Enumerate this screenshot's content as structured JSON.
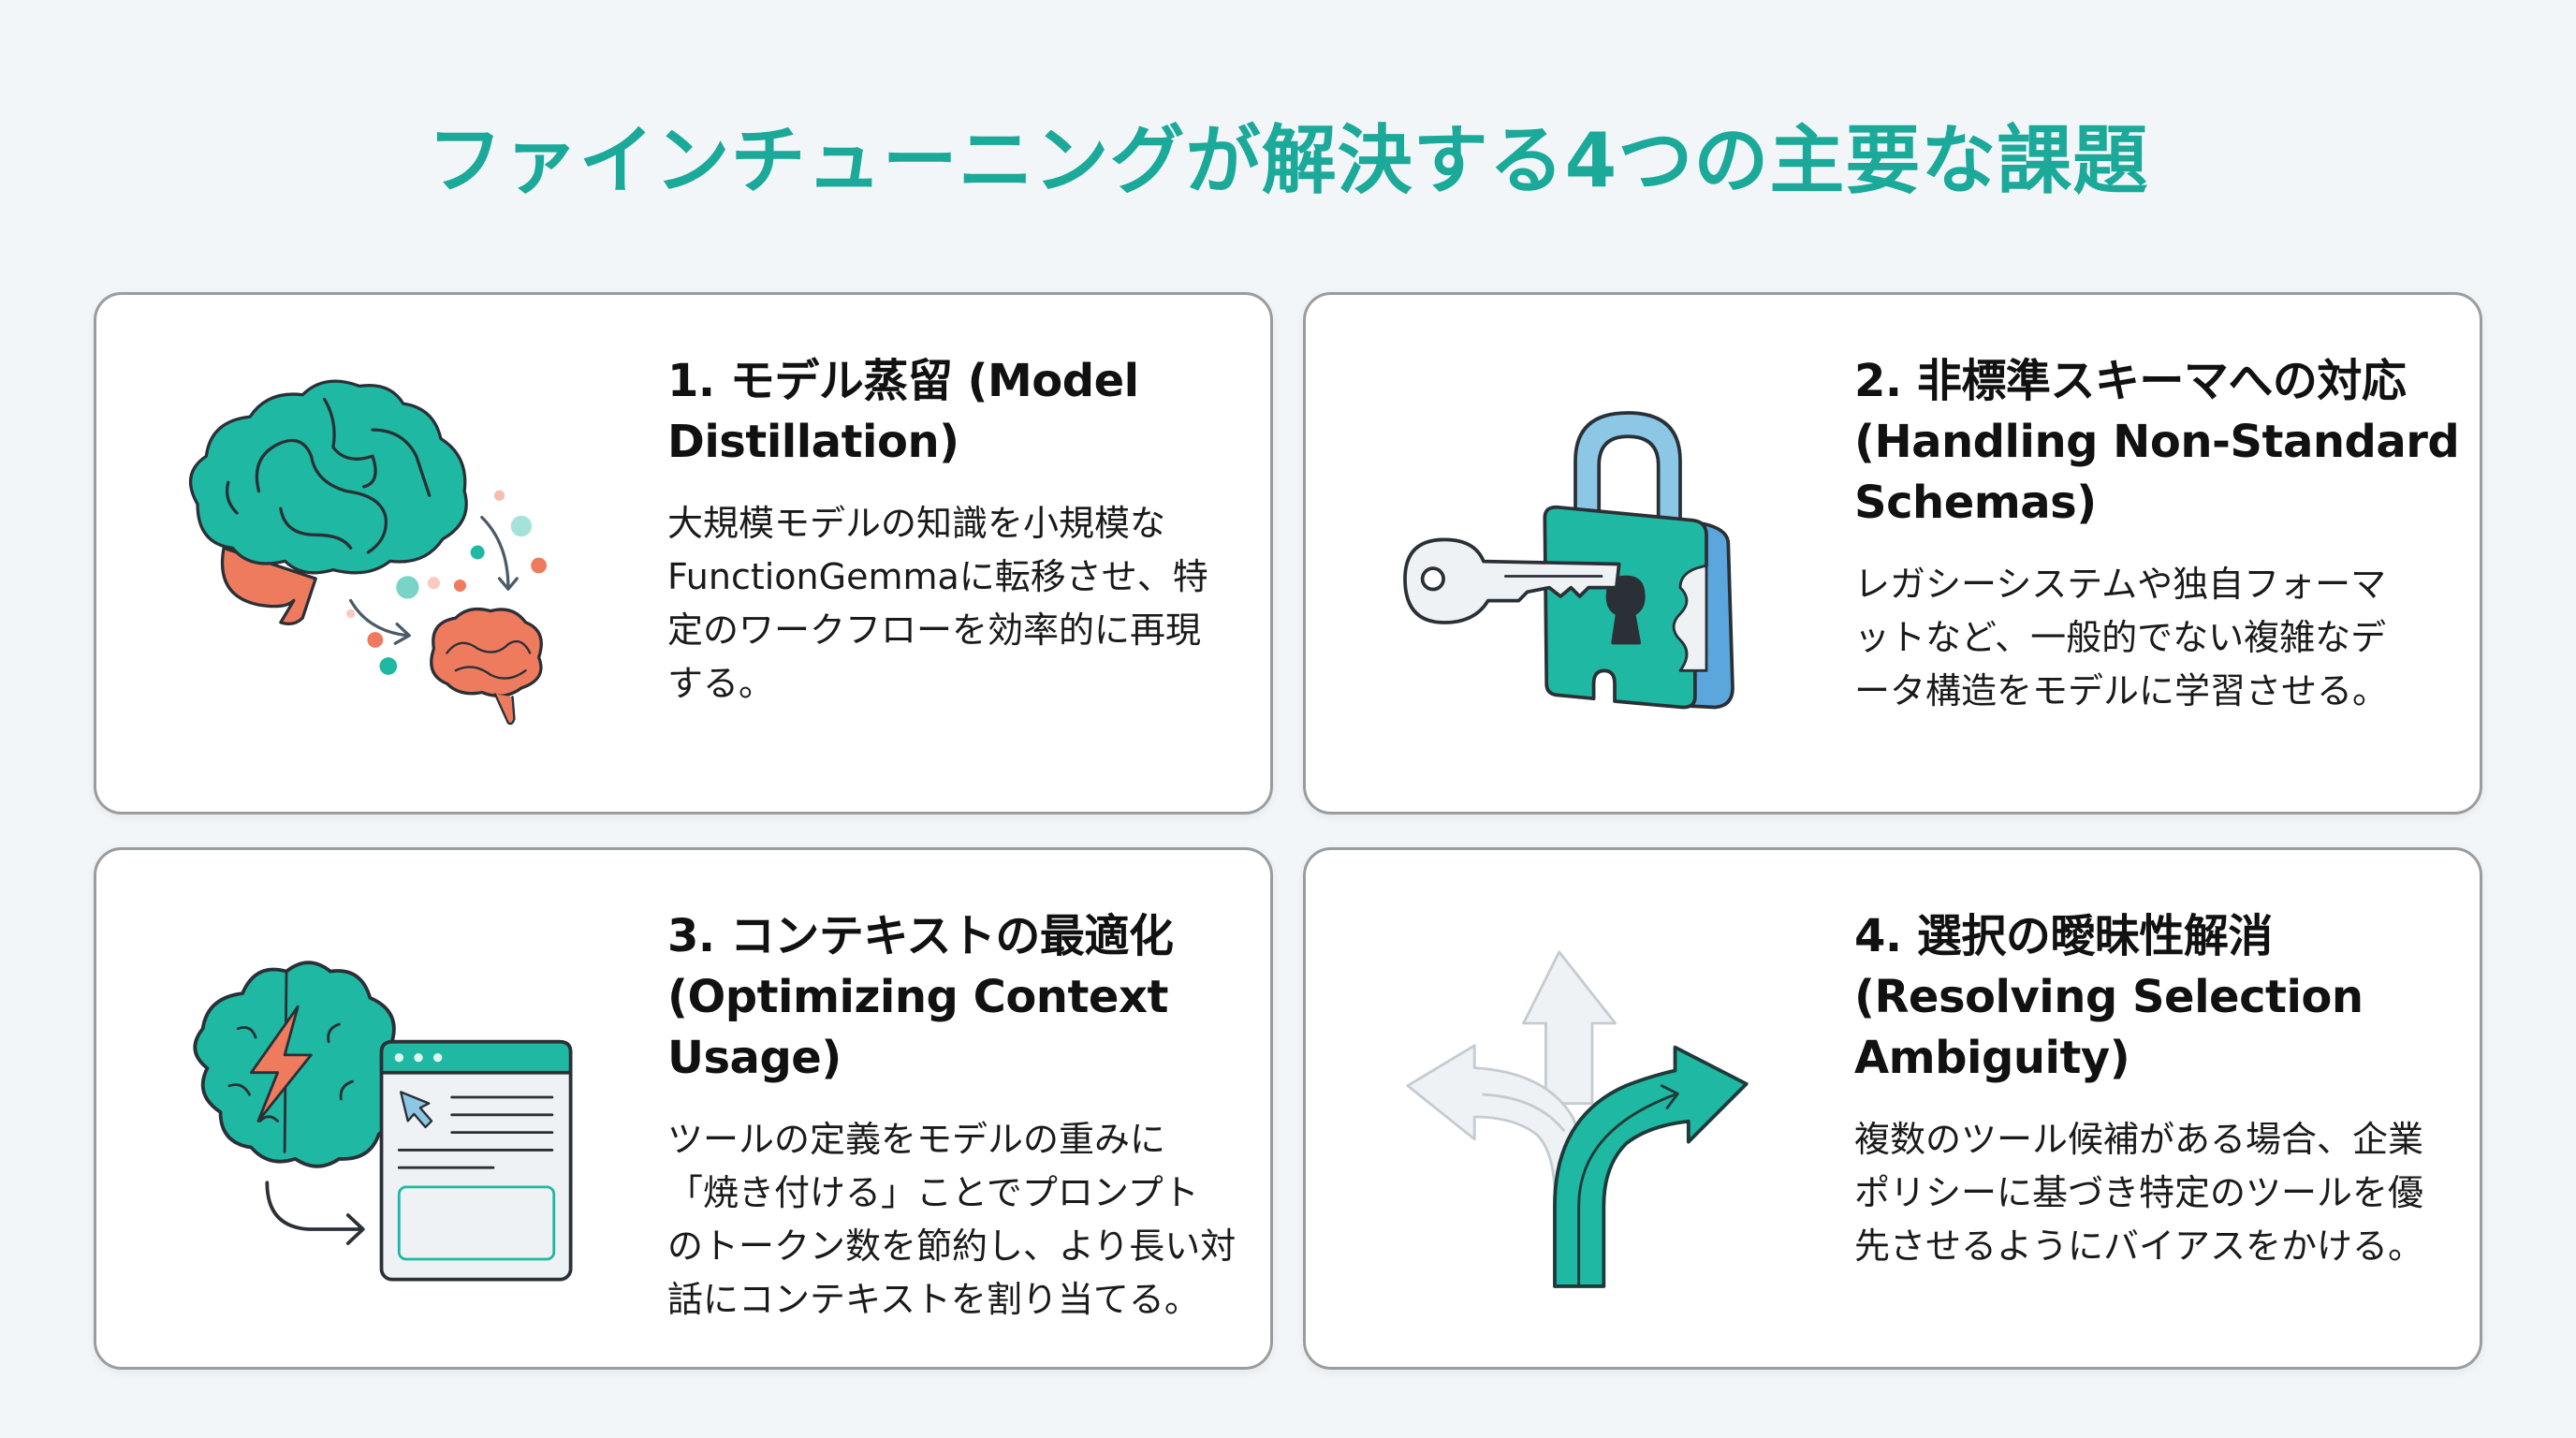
{
  "page": {
    "title": "ファインチューニングが解決する4つの主要な課題"
  },
  "colors": {
    "accent": "#1ba99a",
    "teal_fill": "#1fb8a2",
    "coral": "#ef7b5f",
    "light_blue": "#8cc7e6",
    "outline": "#2a3036",
    "background": "#f2f6f8"
  },
  "cards": [
    {
      "number": "1",
      "heading_lines": [
        "1. モデル蒸留 (Model",
        "Distillation)"
      ],
      "body_lines": [
        "大規模モデルの知識を小規模な",
        "FunctionGemmaに転移させ、特",
        "定のワークフローを効率的に再現",
        "する。"
      ],
      "icon": "brain-distillation-icon"
    },
    {
      "number": "2",
      "heading_lines": [
        "2. 非標準スキーマへの対応",
        "(Handling Non-Standard",
        "Schemas)"
      ],
      "body_lines": [
        "レガシーシステムや独自フォーマ",
        "ットなど、一般的でない複雑なデ",
        "ータ構造をモデルに学習させる。"
      ],
      "icon": "key-padlock-icon"
    },
    {
      "number": "3",
      "heading_lines": [
        "3. コンテキストの最適化",
        "(Optimizing Context",
        "Usage)"
      ],
      "body_lines": [
        "ツールの定義をモデルの重みに",
        "「焼き付ける」ことでプロンプト",
        "のトークン数を節約し、より長い対",
        "話にコンテキストを割り当てる。"
      ],
      "icon": "brain-window-icon"
    },
    {
      "number": "4",
      "heading_lines": [
        "4. 選択の曖昧性解消",
        "(Resolving Selection",
        "Ambiguity)"
      ],
      "body_lines": [
        "複数のツール候補がある場合、企業",
        "ポリシーに基づき特定のツールを優",
        "先させるようにバイアスをかける。"
      ],
      "icon": "branching-arrows-icon"
    }
  ]
}
